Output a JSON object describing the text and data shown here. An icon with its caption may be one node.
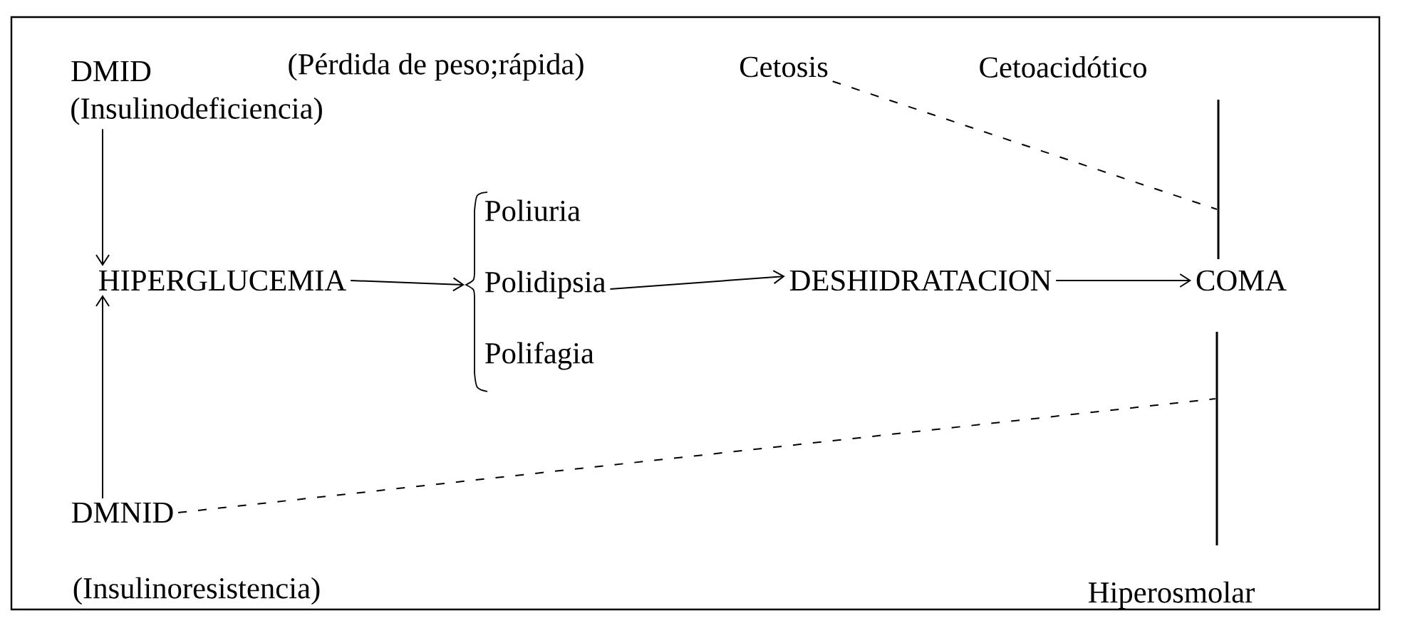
{
  "diagram": {
    "nodes": [
      {
        "text": [
          "(Insulinodeficiencia)"
        ]
      },
      {
        "text": [
          "HIPERGLUCEMIA"
        ]
      },
      {
        "text": [
          "Poliuria",
          "Polidipsia",
          "Polifagia"
        ]
      },
      {
        "text": [
          "DESHIDRATACION"
        ]
      },
      {
        "text": [
          "COMA"
        ]
      },
      {
        "text": [
          "Cetosis"
        ]
      },
      {
        "text": [
          "DMNID"
        ]
      },
      {
        "text": [],
        "shape": "bar"
      },
      {
        "text": [],
        "shape": "bar"
      }
    ],
    "edges": [
      {
        "from": 0,
        "to": 1,
        "arrow": "to"
      },
      {
        "from": 6,
        "to": 1,
        "arrow": "to"
      },
      {
        "from": 1,
        "to": 2,
        "arrow": "to"
      },
      {
        "from": 2,
        "to": 3,
        "arrow": "to"
      },
      {
        "from": 3,
        "to": 4,
        "arrow": "to"
      },
      {
        "from": 5,
        "to": 7,
        "arrow": "none",
        "style": "dashed"
      },
      {
        "from": 6,
        "to": 8,
        "arrow": "none",
        "style": "dashed"
      }
    ],
    "labels": [
      "DMID",
      "(Pérdida de peso;rápida)",
      "Cetoacidótico",
      "(Insulinoresistencia)",
      "Hiperosmolar"
    ]
  }
}
